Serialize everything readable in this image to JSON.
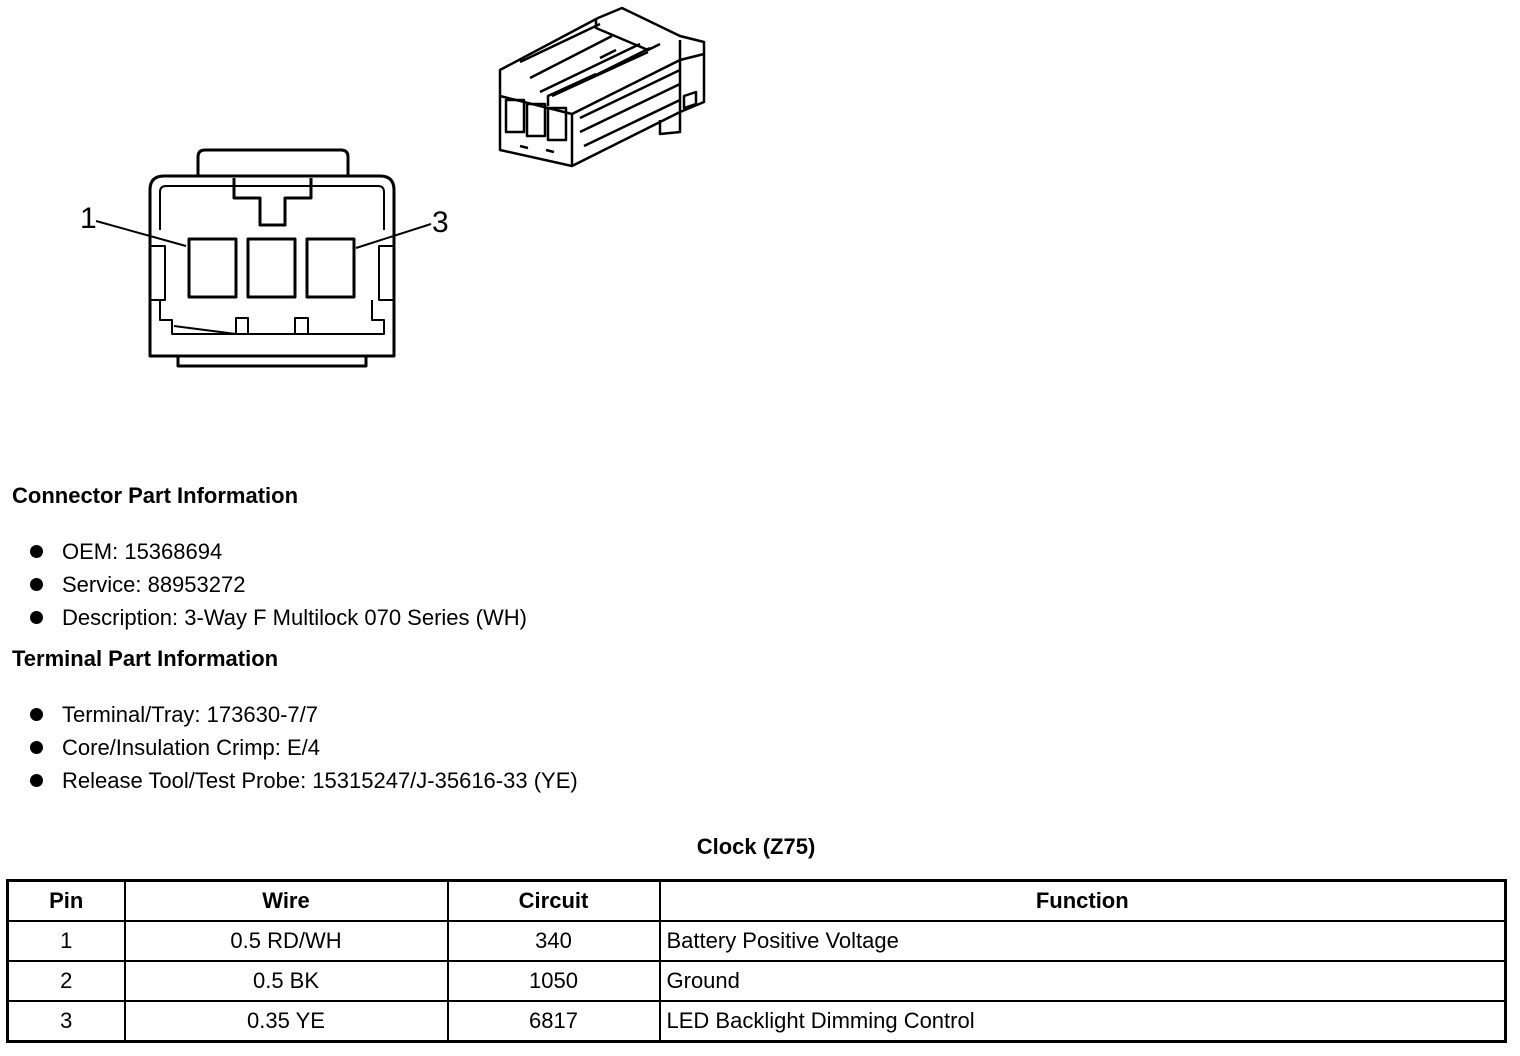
{
  "diagram": {
    "callout_left": "1",
    "callout_right": "3"
  },
  "connector_info": {
    "title": "Connector Part Information",
    "items": [
      "OEM: 15368694",
      "Service: 88953272",
      "Description: 3-Way F Multilock 070 Series (WH)"
    ]
  },
  "terminal_info": {
    "title": "Terminal Part Information",
    "items": [
      "Terminal/Tray: 173630-7/7",
      "Core/Insulation Crimp: E/4",
      "Release Tool/Test Probe: 15315247/J-35616-33 (YE)"
    ]
  },
  "pin_table": {
    "title": "Clock (Z75)",
    "headers": [
      "Pin",
      "Wire",
      "Circuit",
      "Function"
    ],
    "rows": [
      [
        "1",
        "0.5 RD/WH",
        "340",
        "Battery Positive Voltage"
      ],
      [
        "2",
        "0.5 BK",
        "1050",
        "Ground"
      ],
      [
        "3",
        "0.35 YE",
        "6817",
        "LED Backlight Dimming Control"
      ]
    ]
  }
}
